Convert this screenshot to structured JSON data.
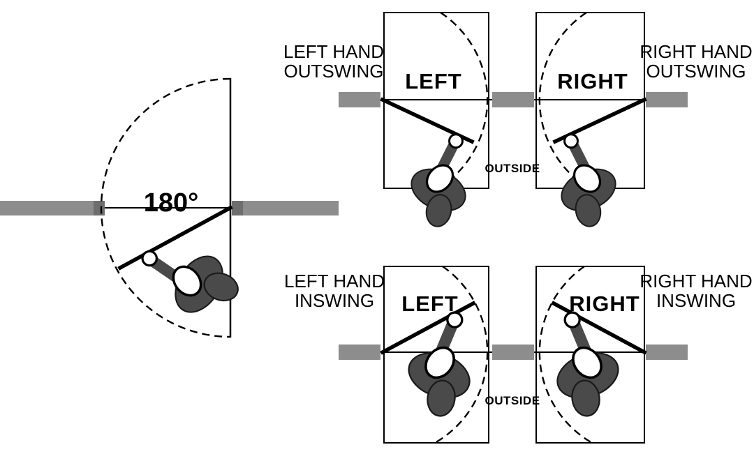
{
  "colors": {
    "wall": "#8d8d8d",
    "jamb": "#6e6e6e",
    "person_body": "#4a4a4a",
    "line": "#000000",
    "background": "#ffffff"
  },
  "main_diagram": {
    "angle_label": "180°"
  },
  "top_left": {
    "caption_line1": "LEFT HAND",
    "caption_line2": "OUTSWING",
    "room_label": "LEFT"
  },
  "top_right": {
    "caption_line1": "RIGHT HAND",
    "caption_line2": "OUTSWING",
    "room_label": "RIGHT"
  },
  "bottom_left": {
    "caption_line1": "LEFT HAND",
    "caption_line2": "INSWING",
    "room_label": "LEFT"
  },
  "bottom_right": {
    "caption_line1": "RIGHT HAND",
    "caption_line2": "INSWING",
    "room_label": "RIGHT"
  },
  "outside_top": "OUTSIDE",
  "outside_bottom": "OUTSIDE"
}
